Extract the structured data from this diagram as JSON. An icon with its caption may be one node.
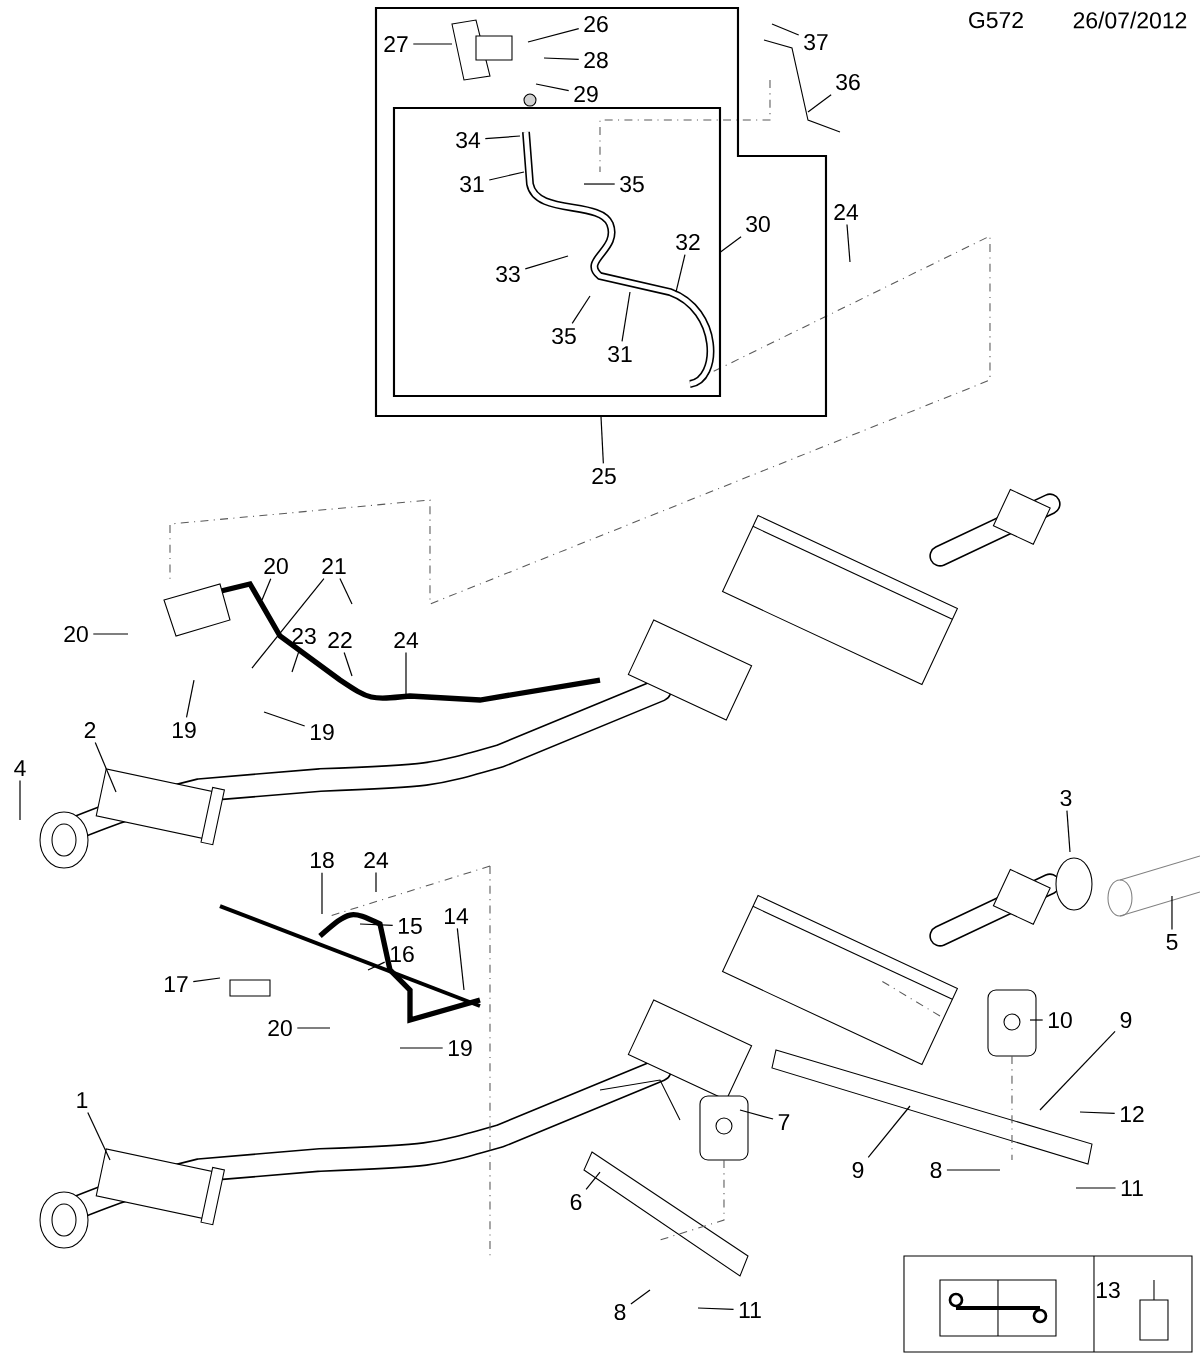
{
  "diagram": {
    "nodes": [
      {
        "text": [],
        "shape": "box"
      },
      {
        "text": [],
        "shape": "box",
        "in": 0
      },
      {
        "text": [
          "26"
        ],
        "in": 0
      },
      {
        "text": [
          "27"
        ],
        "in": 0
      },
      {
        "text": [
          "28"
        ],
        "in": 0
      },
      {
        "text": [
          "29"
        ],
        "in": 0
      },
      {
        "text": [
          "34"
        ],
        "in": 1
      },
      {
        "text": [
          "31"
        ],
        "in": 1
      },
      {
        "text": [
          "35"
        ],
        "in": 1
      },
      {
        "text": [
          "30"
        ],
        "in": 0
      },
      {
        "text": [
          "33"
        ],
        "in": 1
      },
      {
        "text": [
          "32"
        ],
        "in": 1
      },
      {
        "text": [
          "35"
        ],
        "in": 1
      },
      {
        "text": [
          "31"
        ],
        "in": 1
      },
      {
        "text": [
          "25"
        ]
      },
      {
        "text": [
          "37"
        ]
      },
      {
        "text": [
          "36"
        ]
      },
      {
        "text": [
          "24"
        ]
      },
      {
        "text": [
          "20"
        ]
      },
      {
        "text": [
          "20"
        ]
      },
      {
        "text": [
          "21"
        ]
      },
      {
        "text": [
          "23"
        ]
      },
      {
        "text": [
          "22"
        ]
      },
      {
        "text": [
          "24"
        ]
      },
      {
        "text": [
          "19"
        ]
      },
      {
        "text": [
          "19"
        ]
      },
      {
        "text": [
          "2"
        ]
      },
      {
        "text": [
          "4"
        ]
      },
      {
        "text": [
          "3"
        ]
      },
      {
        "text": [
          "5"
        ]
      },
      {
        "text": [
          "18"
        ]
      },
      {
        "text": [
          "24"
        ]
      },
      {
        "text": [
          "15"
        ]
      },
      {
        "text": [
          "14"
        ]
      },
      {
        "text": [
          "16"
        ]
      },
      {
        "text": [
          "17"
        ]
      },
      {
        "text": [
          "20"
        ]
      },
      {
        "text": [
          "19"
        ]
      },
      {
        "text": [
          "1"
        ]
      },
      {
        "text": [
          "10"
        ]
      },
      {
        "text": [
          "9"
        ]
      },
      {
        "text": [
          "7"
        ]
      },
      {
        "text": [
          "12"
        ]
      },
      {
        "text": [
          "9"
        ]
      },
      {
        "text": [
          "8"
        ]
      },
      {
        "text": [
          "11"
        ]
      },
      {
        "text": [
          "6"
        ]
      },
      {
        "text": [
          "8"
        ]
      },
      {
        "text": [
          "11"
        ]
      }
    ],
    "edges": [
      {
        "from": 2,
        "to": null,
        "arrow": "none"
      },
      {
        "from": 3,
        "to": null,
        "arrow": "none"
      },
      {
        "from": 4,
        "to": null,
        "arrow": "none"
      },
      {
        "from": 5,
        "to": null,
        "arrow": "none"
      },
      {
        "from": 6,
        "to": null,
        "arrow": "none"
      },
      {
        "from": 7,
        "to": null,
        "arrow": "none"
      },
      {
        "from": 8,
        "to": null,
        "arrow": "none"
      },
      {
        "from": 9,
        "to": 1,
        "arrow": "none"
      },
      {
        "from": 10,
        "to": null,
        "arrow": "none"
      },
      {
        "from": 11,
        "to": null,
        "arrow": "none"
      },
      {
        "from": 12,
        "to": null,
        "arrow": "none"
      },
      {
        "from": 13,
        "to": null,
        "arrow": "none"
      },
      {
        "from": 14,
        "to": 0,
        "arrow": "none"
      },
      {
        "from": 15,
        "to": null,
        "arrow": "none"
      },
      {
        "from": 16,
        "to": null,
        "arrow": "none"
      },
      {
        "from": 17,
        "to": null,
        "arrow": "none"
      },
      {
        "from": 18,
        "to": null,
        "arrow": "none"
      },
      {
        "from": 19,
        "to": null,
        "arrow": "none"
      },
      {
        "from": 20,
        "to": null,
        "arrow": "none"
      },
      {
        "from": 20,
        "to": null,
        "arrow": "none"
      },
      {
        "from": 21,
        "to": null,
        "arrow": "none"
      },
      {
        "from": 22,
        "to": null,
        "arrow": "none"
      },
      {
        "from": 23,
        "to": null,
        "arrow": "none"
      },
      {
        "from": 24,
        "to": null,
        "arrow": "none"
      },
      {
        "from": 25,
        "to": null,
        "arrow": "none"
      },
      {
        "from": 26,
        "to": null,
        "arrow": "none"
      },
      {
        "from": 27,
        "to": null,
        "arrow": "none"
      },
      {
        "from": 28,
        "to": null,
        "arrow": "none"
      },
      {
        "from": 29,
        "to": null,
        "arrow": "none"
      },
      {
        "from": 30,
        "to": null,
        "arrow": "none"
      },
      {
        "from": 31,
        "to": null,
        "arrow": "none"
      },
      {
        "from": 32,
        "to": null,
        "arrow": "none"
      },
      {
        "from": 33,
        "to": null,
        "arrow": "none"
      },
      {
        "from": 34,
        "to": null,
        "arrow": "none"
      },
      {
        "from": 35,
        "to": null,
        "arrow": "none"
      },
      {
        "from": 36,
        "to": null,
        "arrow": "none"
      },
      {
        "from": 37,
        "to": null,
        "arrow": "none"
      },
      {
        "from": 38,
        "to": null,
        "arrow": "none"
      },
      {
        "from": 39,
        "to": null,
        "arrow": "none"
      },
      {
        "from": 40,
        "to": null,
        "arrow": "none"
      },
      {
        "from": 41,
        "to": null,
        "arrow": "none"
      },
      {
        "from": 42,
        "to": null,
        "arrow": "none"
      },
      {
        "from": 43,
        "to": null,
        "arrow": "none"
      },
      {
        "from": 44,
        "to": null,
        "arrow": "none"
      },
      {
        "from": 45,
        "to": null,
        "arrow": "none"
      },
      {
        "from": 46,
        "to": null,
        "arrow": "none"
      },
      {
        "from": 47,
        "to": null,
        "arrow": "none"
      },
      {
        "from": 48,
        "to": null,
        "arrow": "none"
      }
    ],
    "labels": [
      "G572",
      "26/07/2012",
      "13"
    ]
  }
}
